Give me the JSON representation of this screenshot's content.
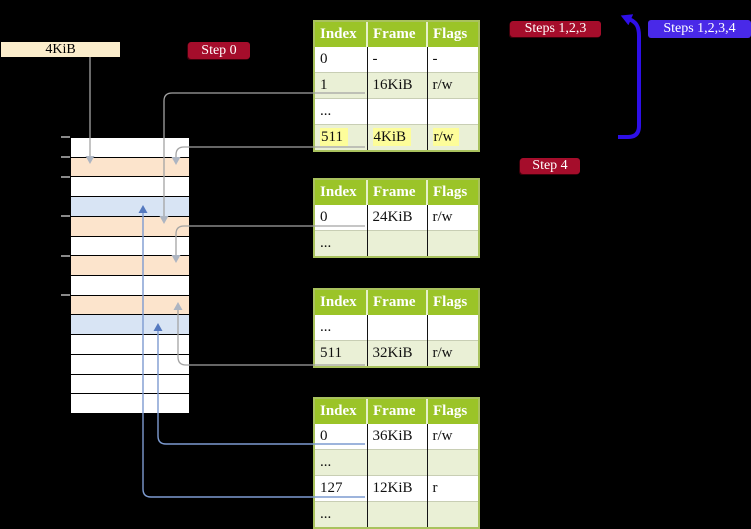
{
  "labels": {
    "page_size": "4KiB",
    "step0": "Step 0",
    "steps_123": "Steps 1,2,3",
    "steps_1234": "Steps 1,2,3,4",
    "step4": "Step 4"
  },
  "page_tables": {
    "column_headers": [
      "Index",
      "Frame",
      "Flags"
    ],
    "tables": [
      {
        "rows": [
          {
            "index": "0",
            "frame": "-",
            "flags": "-"
          },
          {
            "index": "1",
            "frame": "16KiB",
            "flags": "r/w"
          },
          {
            "index": "...",
            "frame": "",
            "flags": ""
          },
          {
            "index": "511",
            "frame": "4KiB",
            "flags": "r/w",
            "highlight": true
          }
        ]
      },
      {
        "rows": [
          {
            "index": "0",
            "frame": "24KiB",
            "flags": "r/w"
          },
          {
            "index": "...",
            "frame": "",
            "flags": ""
          }
        ]
      },
      {
        "rows": [
          {
            "index": "...",
            "frame": "",
            "flags": ""
          },
          {
            "index": "511",
            "frame": "32KiB",
            "flags": "r/w"
          }
        ]
      },
      {
        "rows": [
          {
            "index": "0",
            "frame": "36KiB",
            "flags": "r/w"
          },
          {
            "index": "...",
            "frame": "",
            "flags": ""
          },
          {
            "index": "127",
            "frame": "12KiB",
            "flags": "r"
          },
          {
            "index": "...",
            "frame": "",
            "flags": ""
          }
        ]
      }
    ]
  },
  "memory": {
    "row_fills": [
      "white",
      "peach",
      "white",
      "blue",
      "peach",
      "white",
      "peach",
      "white",
      "peach",
      "blue",
      "white",
      "white",
      "white",
      "white"
    ],
    "tick_rows": [
      0,
      1,
      2,
      4,
      6,
      8
    ]
  },
  "colors": {
    "header_green": "#9BC428",
    "row_green": "#EAF0D6",
    "table_border": "#A9C25E",
    "cell_sep": "#C8CEB4",
    "peach": "#FCE4CC",
    "light_blue": "#D8E4F4",
    "cream": "#FBEDCB",
    "crimson": "#A50D2B",
    "label_blue": "#4929E8",
    "thick_blue": "#2E0FE8",
    "gray_line": "#A3A3A3",
    "gray_arrow": "#ADB5C2",
    "blue_line": "#7D9BD1",
    "blue_arrow": "#5579BF",
    "highlight": "#FDFD9A",
    "tick": "#8A8A8A"
  }
}
